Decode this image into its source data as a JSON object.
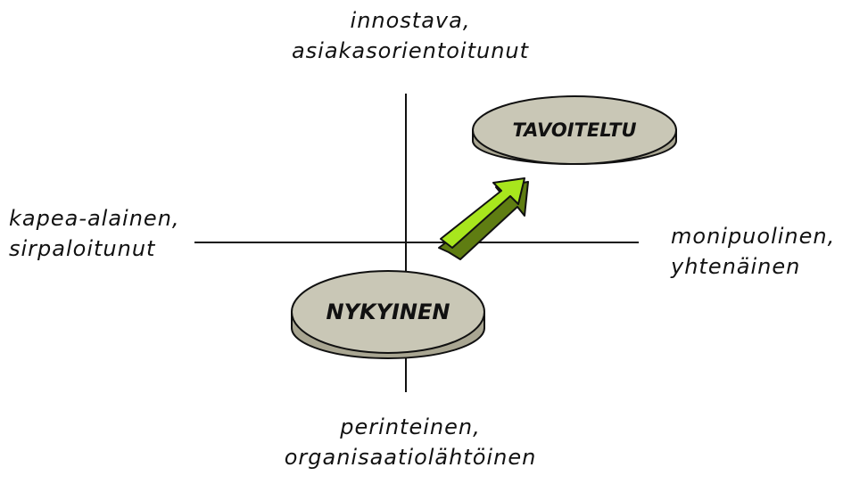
{
  "axes": {
    "top": {
      "line1": "innostava,",
      "line2": "asiakasorientoitunut"
    },
    "bottom": {
      "line1": "perinteinen,",
      "line2": "organisaatiolähtöinen"
    },
    "left": {
      "line1": "kapea-alainen,",
      "line2": "sirpaloitunut"
    },
    "right": {
      "line1": "monipuolinen,",
      "line2": "yhtenäinen"
    }
  },
  "states": {
    "target": {
      "label": "TAVOITELTU"
    },
    "current": {
      "label": "NYKYINEN"
    }
  },
  "colors": {
    "disc_fill": "#c9c7b6",
    "disc_side": "#a9a692",
    "arrow_fill": "#a8e61d",
    "ink": "#111111"
  }
}
